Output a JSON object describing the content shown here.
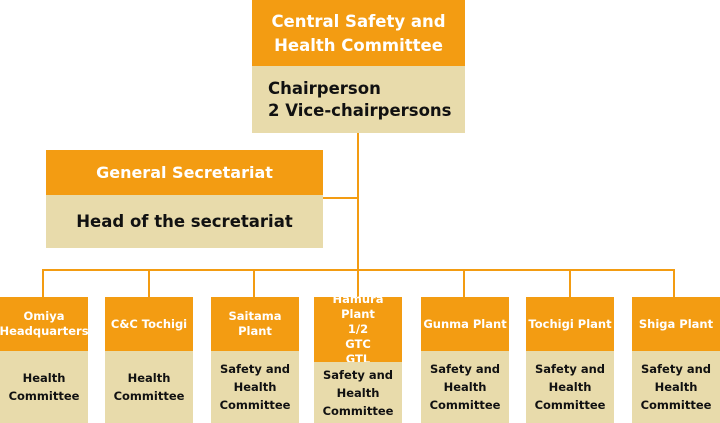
{
  "central": {
    "title_line1": "Central Safety and",
    "title_line2": "Health Committee",
    "body_line1": "Chairperson",
    "body_line2": "2 Vice-chairpersons"
  },
  "secretariat": {
    "title": "General Secretariat",
    "body": "Head of the secretariat"
  },
  "units": [
    {
      "title": [
        "Omiya",
        "Headquarters"
      ],
      "body": [
        "Health",
        "Committee"
      ]
    },
    {
      "title": [
        "C&C Tochigi"
      ],
      "body": [
        "Health",
        "Committee"
      ]
    },
    {
      "title": [
        "Saitama",
        "Plant"
      ],
      "body": [
        "Safety and",
        "Health",
        "Committee"
      ]
    },
    {
      "title": [
        "Hamura Plant",
        "1/2",
        "GTC",
        "GTL"
      ],
      "body": [
        "Safety and",
        "Health",
        "Committee"
      ]
    },
    {
      "title": [
        "Gunma Plant"
      ],
      "body": [
        "Safety and",
        "Health",
        "Committee"
      ]
    },
    {
      "title": [
        "Tochigi Plant"
      ],
      "body": [
        "Safety and",
        "Health",
        "Committee"
      ]
    },
    {
      "title": [
        "Shiga Plant"
      ],
      "body": [
        "Safety and",
        "Health",
        "Committee"
      ]
    }
  ],
  "colors": {
    "header": "#f39c12",
    "body": "#e8dbab",
    "connector": "#f39c12"
  }
}
